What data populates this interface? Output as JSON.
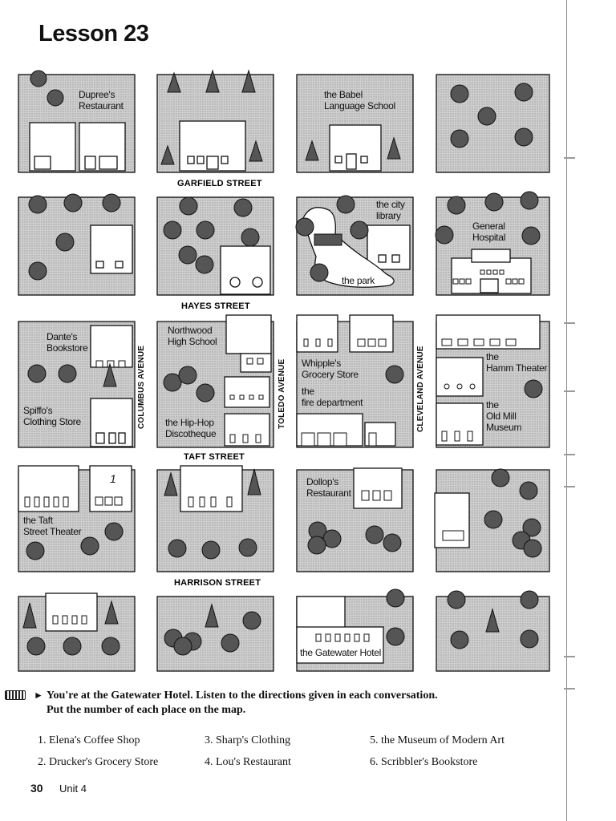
{
  "lesson_title": "Lesson 23",
  "streets": {
    "garfield": "GARFIELD STREET",
    "hayes": "HAYES STREET",
    "taft": "TAFT STREET",
    "harrison": "HARRISON STREET"
  },
  "avenues": {
    "columbus": "COLUMBUS AVENUE",
    "toledo": "TOLEDO AVENUE",
    "cleveland": "CLEVELAND AVENUE"
  },
  "places": {
    "duprees": [
      "Dupree's",
      "Restaurant"
    ],
    "babel": [
      "the Babel",
      "Language School"
    ],
    "library": [
      "the city",
      "library"
    ],
    "park": "the park",
    "hospital": [
      "General",
      "Hospital"
    ],
    "dantes": [
      "Dante's",
      "Bookstore"
    ],
    "spiffos": [
      "Spiffo's",
      "Clothing Store"
    ],
    "northwood": [
      "Northwood",
      "High School"
    ],
    "hiphop": [
      "the Hip-Hop",
      "Discotheque"
    ],
    "whipples": [
      "Whipple's",
      "Grocery Store"
    ],
    "fire": [
      "the",
      "fire department"
    ],
    "hamm": [
      "the",
      "Hamm Theater"
    ],
    "oldmill": [
      "the",
      "Old Mill",
      "Museum"
    ],
    "taft_theater": [
      "the Taft",
      "Street Theater"
    ],
    "dollops": [
      "Dollop's",
      "Restaurant"
    ],
    "gatewater": "the Gatewater Hotel",
    "sample_number": "1"
  },
  "instructions": {
    "line1": "You're at the Gatewater Hotel. Listen to the directions given in each conversation.",
    "line2": "Put the number of each place on the map."
  },
  "items": [
    "1.  Elena's Coffee Shop",
    "2.  Drucker's Grocery Store",
    "3.  Sharp's Clothing",
    "4.  Lou's Restaurant",
    "5.  the Museum of Modern Art",
    "6.  Scribbler's Bookstore"
  ],
  "footer": {
    "page": "30",
    "unit": "Unit 4"
  },
  "colors": {
    "block": "#c9c9c9",
    "ink": "#111111",
    "building": "#ffffff"
  }
}
